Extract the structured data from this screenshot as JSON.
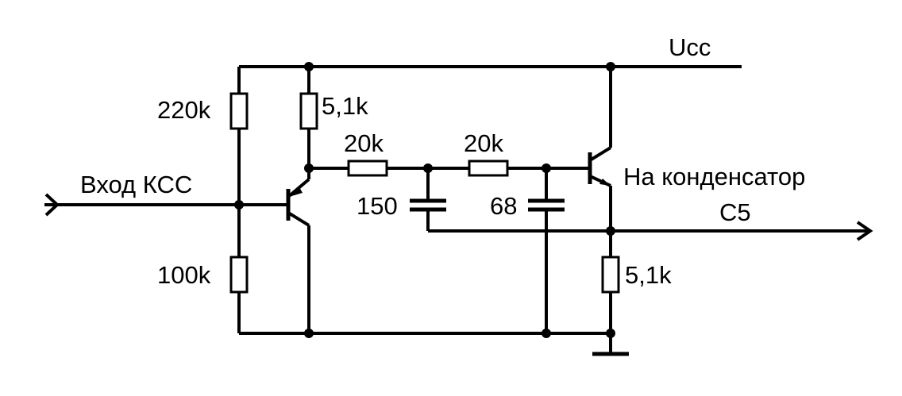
{
  "supply_label": "Ucc",
  "input_label": "Вход КСС",
  "output_label_line1": "На конденсатор",
  "output_label_line2": "С5",
  "resistors": {
    "r_bias_top": "220k",
    "r_bias_bottom": "100k",
    "r_collector": "5,1k",
    "r_filter_1": "20k",
    "r_filter_2": "20k",
    "r_emitter": "5,1k"
  },
  "capacitors": {
    "c_filter_1": "150",
    "c_filter_2": "68"
  },
  "colors": {
    "line": "#000000",
    "background": "#ffffff"
  }
}
